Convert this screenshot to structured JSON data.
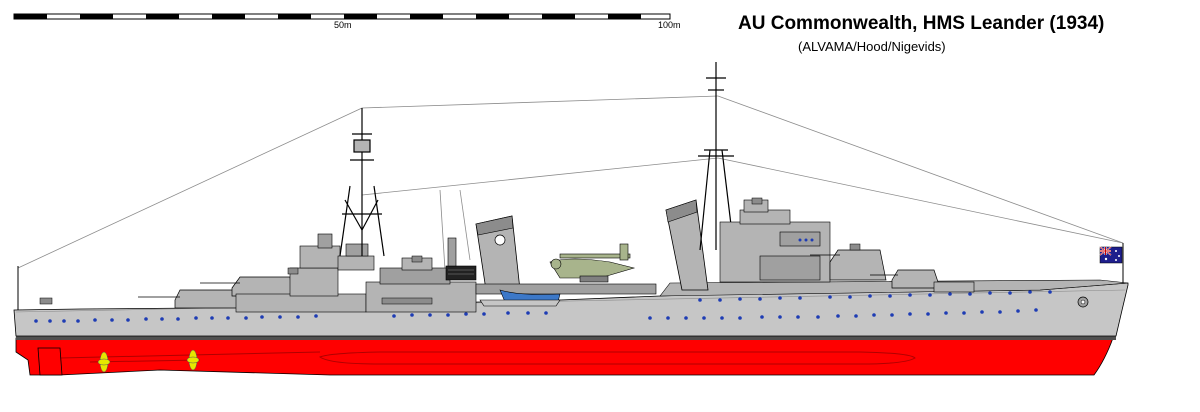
{
  "title": "AU Commonwealth, HMS Leander (1934)",
  "credits": "(ALVAMA/Hood/Nigevids)",
  "scale": {
    "label_mid": "50m",
    "label_end": "100m"
  },
  "colors": {
    "hull_grey": "#c6c6c6",
    "superstructure_grey": "#b4b4b4",
    "dark_grey": "#8c8c8c",
    "waterline": "#505050",
    "antifouling_red": "#ff0000",
    "propeller_yellow": "#e6e600",
    "porthole_blue": "#1e3cb4",
    "boat_blue": "#3c78c8"
  }
}
